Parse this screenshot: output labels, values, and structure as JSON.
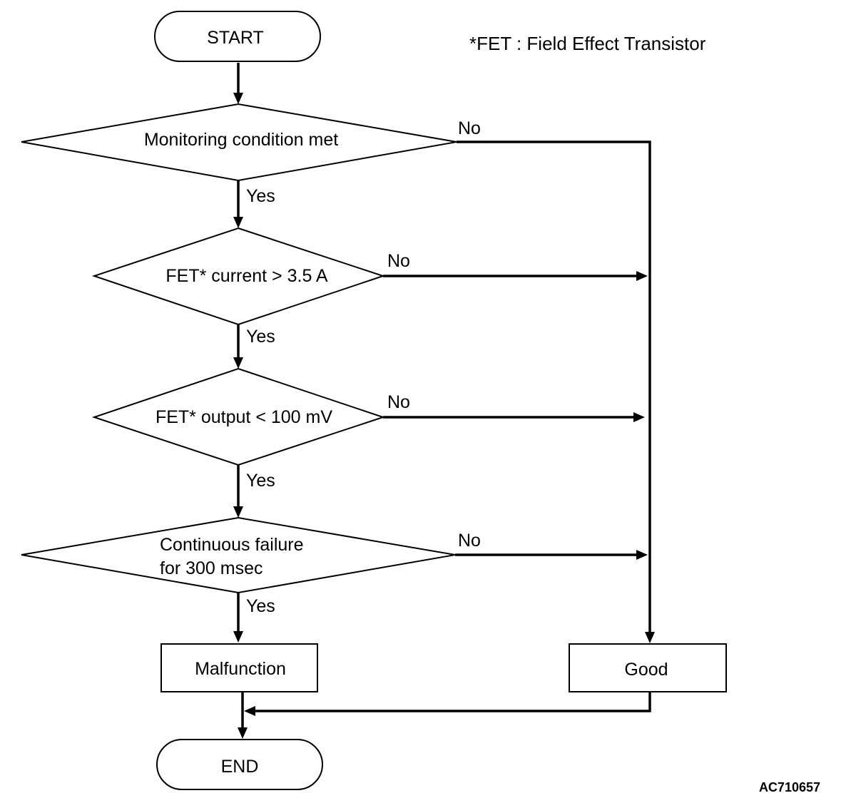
{
  "note": "*FET : Field Effect Transistor",
  "nodes": {
    "start": "START",
    "decision1": "Monitoring condition met",
    "decision2": "FET* current > 3.5 A",
    "decision3": "FET* output < 100 mV",
    "decision4_line1": "Continuous failure",
    "decision4_line2": "for 300 msec",
    "malfunction": "Malfunction",
    "good": "Good",
    "end": "END"
  },
  "labels": {
    "yes": "Yes",
    "no": "No"
  },
  "figure_code": "AC710657"
}
